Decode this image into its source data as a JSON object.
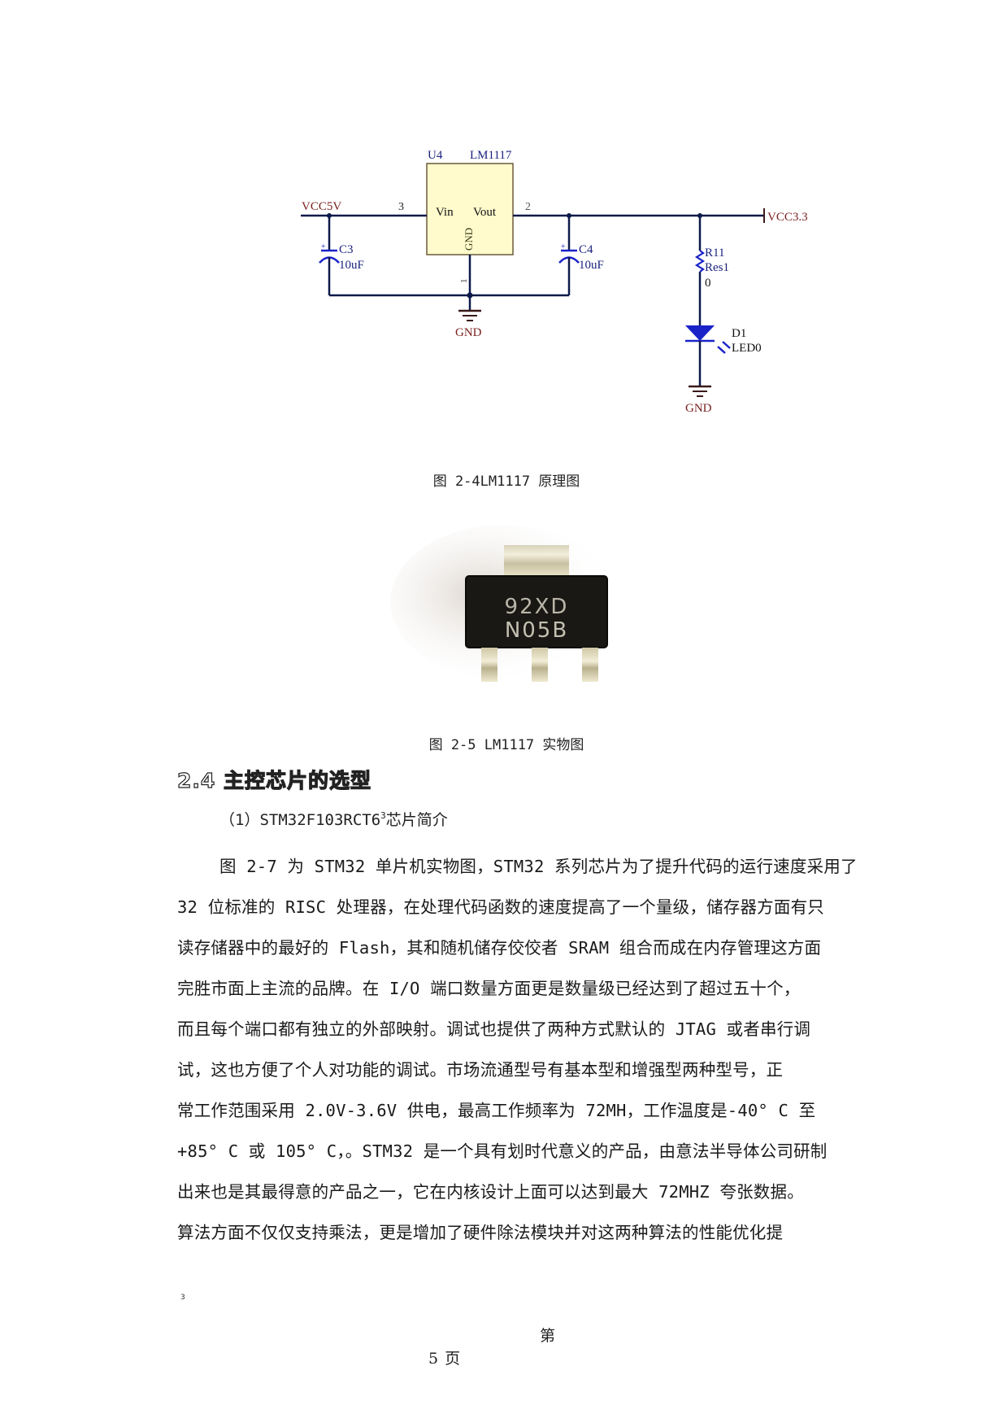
{
  "figure_2_4": {
    "caption": "图 2-4LM1117 原理图",
    "schematic": {
      "u4_ref": "U4",
      "u4_part": "LM1117",
      "pin_vin": "Vin",
      "pin_vout": "Vout",
      "pin_gnd": "GND",
      "pin3": "3",
      "pin2": "2",
      "pin1": "1",
      "net_in": "VCC5V",
      "net_out": "VCC3.3",
      "c3_ref": "C3",
      "c3_val": "10uF",
      "c4_ref": "C4",
      "c4_val": "10uF",
      "r11_ref": "R11",
      "r11_type": "Res1",
      "r11_val": "0",
      "d1_ref": "D1",
      "d1_type": "LED0",
      "gnd1": "GND",
      "gnd2": "GND",
      "colors": {
        "wire": "#0d1a4a",
        "component": "#1a23c8",
        "net_label": "#7a1f1f",
        "ic_fill": "#fffbcc"
      }
    }
  },
  "figure_2_5": {
    "caption": "图 2-5 LM1117 实物图",
    "chip_marking_line1": "92XD",
    "chip_marking_line2": "N05B"
  },
  "section": {
    "heading": "2.4 主控芯片的选型",
    "subheading_prefix": "（1）STM32F103RCT6",
    "subheading_sup": "3",
    "subheading_suffix": "芯片简介",
    "lines": [
      "图 2-7 为 STM32 单片机实物图，STM32 系列芯片为了提升代码的运行速度采用了",
      "32 位标准的 RISC 处理器，在处理代码函数的速度提高了一个量级，储存器方面有只",
      "读存储器中的最好的 Flash，其和随机储存佼佼者 SRAM 组合而成在内存管理这方面",
      "完胜市面上主流的品牌。在 I/O 端口数量方面更是数量级已经达到了超过五十个，",
      "而且每个端口都有独立的外部映射。调试也提供了两种方式默认的 JTAG 或者串行调",
      "试，这也方便了个人对功能的调试。市场流通型号有基本型和增强型两种型号，正",
      "常工作范围采用 2.0V-3.6V 供电，最高工作频率为 72MH，工作温度是-40° C 至",
      "+85° C 或 105° C，。STM32 是一个具有划时代意义的产品，由意法半导体公司研制",
      "出来也是其最得意的产品之一，它在内核设计上面可以达到最大 72MHZ 夸张数据。",
      "算法方面不仅仅支持乘法，更是增加了硬件除法模块并对这两种算法的性能优化提"
    ]
  },
  "footnote": {
    "mark": "3"
  },
  "page_footer": {
    "di": "第",
    "number": "5",
    "ye": "页"
  }
}
